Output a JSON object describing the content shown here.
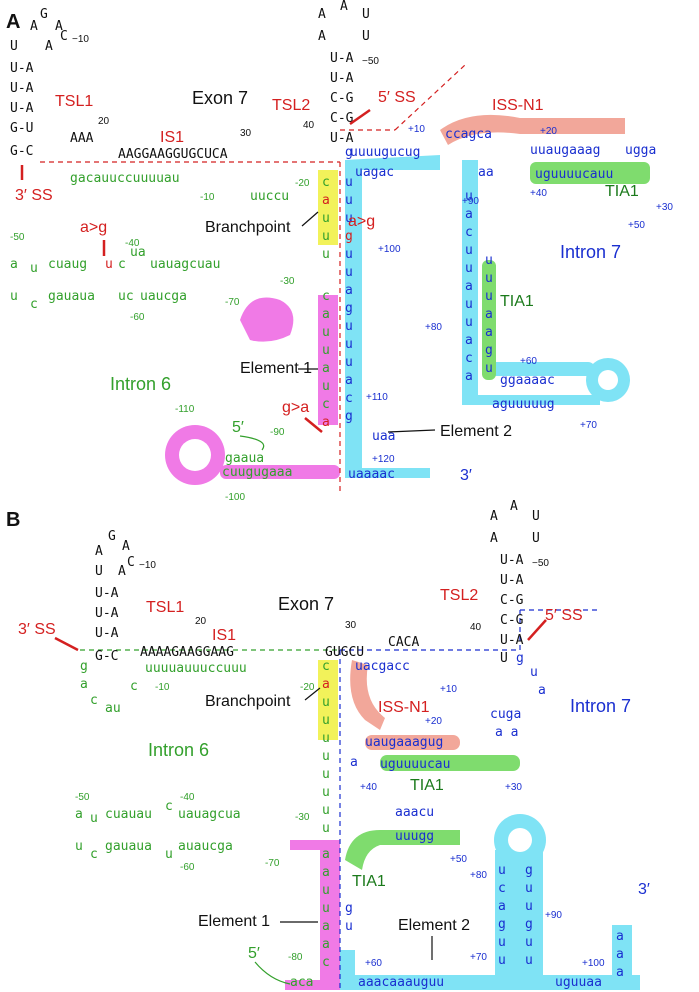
{
  "panel_a": {
    "label": "A",
    "exon": "Exon 7",
    "tsl1": "TSL1",
    "tsl2": "TSL2",
    "is1": "IS1",
    "iss_n1": "ISS-N1",
    "tia1": "TIA1",
    "intron6": "Intron 6",
    "intron7": "Intron 7",
    "ss5": "5′ SS",
    "ss3": "3′ SS",
    "branchpoint": "Branchpoint",
    "element1": "Element 1",
    "element2": "Element 2",
    "mut_ag": "a>g",
    "mut_ga": "g>a",
    "prime5": "5′",
    "prime3": "3′",
    "exon_seq": "AAGGAAGGUGCUCA",
    "tsl2_loop": "AAAU",
    "intron6_top": "gacauuccuuuuau",
    "iss_seq": "ccagca",
    "intron7_top": "uuuugucug",
    "tia_seq": "uuaugaaag",
    "tia_seq2": "ugga",
    "tail3": "uaaaac",
    "n_m10": "−10",
    "n_20": "20",
    "n_30": "30",
    "n_40": "40",
    "n_50": "−50",
    "n_p10": "+10",
    "n_p20": "+20",
    "n_p30": "+30",
    "n_p40": "+40",
    "n_p50": "+50",
    "n_p60": "+60",
    "n_p70": "+70",
    "n_p80": "+80",
    "n_p90": "+90",
    "n_p100": "+100",
    "n_p110": "+110",
    "n_p120": "+120",
    "n_m20": "-20",
    "n_m30": "-30",
    "n_m40": "-40",
    "n_m50": "-50",
    "n_m60": "-60",
    "n_m70": "-70",
    "n_m90": "-90",
    "n_m100": "-100",
    "n_m110": "-110",
    "n_m10b": "-10"
  },
  "panel_b": {
    "label": "B",
    "exon": "Exon 7",
    "tsl1": "TSL1",
    "tsl2": "TSL2",
    "is1": "IS1",
    "iss_n1": "ISS-N1",
    "tia1": "TIA1",
    "intron6": "Intron 6",
    "intron7": "Intron 7",
    "ss5": "5′ SS",
    "ss3": "3′ SS",
    "branchpoint": "Branchpoint",
    "element1": "Element 1",
    "element2": "Element 2",
    "prime5": "5′",
    "prime3": "3′",
    "exon_seq": "AAAAGAAGGAAG",
    "exon_seq2": "GUGCU",
    "intron6_top": "uuuuauuuccuuu",
    "iss_seq": "uacgacc",
    "tia_seq": "uaugaaagug",
    "tia_seq2": "uguuuucau",
    "elem2_seq": "aaacaaauguu",
    "tail3": "uguuaa",
    "n_m10": "−10",
    "n_20": "20",
    "n_30": "30",
    "n_40": "40",
    "n_50": "−50",
    "n_p10": "+10",
    "n_p20": "+20",
    "n_p30": "+30",
    "n_p40": "+40",
    "n_p50": "+50",
    "n_p60": "+60",
    "n_p70": "+70",
    "n_p80": "+80",
    "n_p90": "+90",
    "n_p100": "+100",
    "n_m10b": "-10",
    "n_m20": "-20",
    "n_m30": "-30",
    "n_m40": "-40",
    "n_m50": "-50",
    "n_m60": "-60",
    "n_m70": "-70",
    "n_m80": "-80"
  },
  "colors": {
    "exon": "#111111",
    "intron6": "#33a02c",
    "intron7": "#1a2fd0",
    "annotation": "#d42020",
    "highlight_cyan": "#7fe3f5",
    "highlight_pink": "#f07ae6",
    "highlight_salmon": "#f2a79a",
    "highlight_green": "#7fdc6e",
    "highlight_yellow": "#f2f25a"
  }
}
